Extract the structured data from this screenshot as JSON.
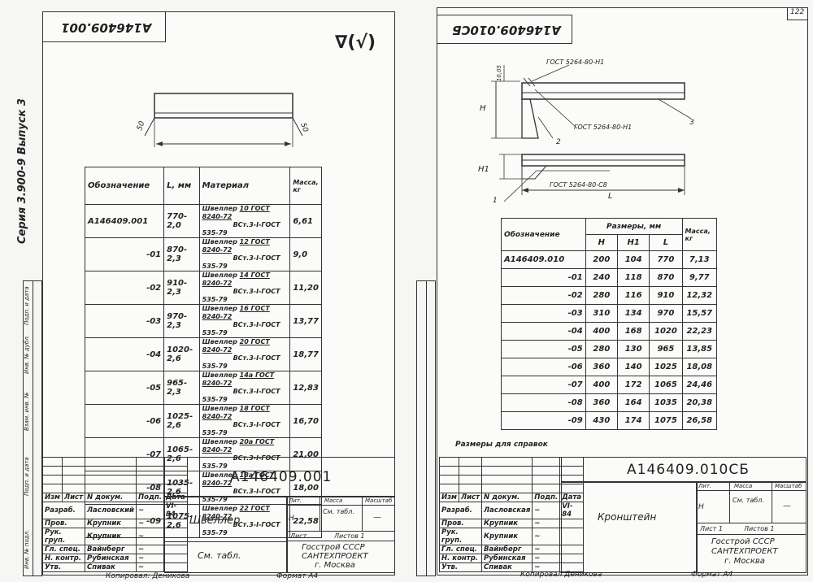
{
  "left": {
    "code_flipped": "А146409.001",
    "roughness": "∇(√)",
    "drawing_labels": {
      "angle_left": "50",
      "angle_right": "50"
    },
    "side_text": "Серия 3.900-9   Выпуск 3",
    "side_stamp_labels": [
      "Инв. № подл.",
      "Подп. и дата",
      "Взам. инв. №",
      "Инв. № дубл.",
      "Подп. и дата"
    ],
    "table": {
      "headers": [
        "Обозначение",
        "L, мм",
        "Материал",
        "Масса, кг"
      ],
      "rows": [
        {
          "code": "А146409.001",
          "L": "770-2,0",
          "mat_name": "Швеллер",
          "mat_top": "10 ГОСТ 8240-72",
          "mat_bottom": "ВСт.3-I-ГОСТ 535-79",
          "mass": "6,61"
        },
        {
          "code": "-01",
          "L": "870-2,3",
          "mat_name": "Швеллер",
          "mat_top": "12 ГОСТ 8240-72",
          "mat_bottom": "ВСт.3-I-ГОСТ 535-79",
          "mass": "9,0"
        },
        {
          "code": "-02",
          "L": "910-2,3",
          "mat_name": "Швеллер",
          "mat_top": "14 ГОСТ 8240-72",
          "mat_bottom": "ВСт.3-I-ГОСТ 535-79",
          "mass": "11,20"
        },
        {
          "code": "-03",
          "L": "970-2,3",
          "mat_name": "Швеллер",
          "mat_top": "16 ГОСТ 8240-72",
          "mat_bottom": "ВСт.3-I-ГОСТ 535-79",
          "mass": "13,77"
        },
        {
          "code": "-04",
          "L": "1020-2,6",
          "mat_name": "Швеллер",
          "mat_top": "20 ГОСТ 8240-72",
          "mat_bottom": "ВСт.3-I-ГОСТ 535-79",
          "mass": "18,77"
        },
        {
          "code": "-05",
          "L": "965-2,3",
          "mat_name": "Швеллер",
          "mat_top": "14а ГОСТ 8240-72",
          "mat_bottom": "ВСт.3-I-ГОСТ 535-79",
          "mass": "12,83"
        },
        {
          "code": "-06",
          "L": "1025-2,6",
          "mat_name": "Швеллер",
          "mat_top": "18 ГОСТ 8240-72",
          "mat_bottom": "ВСт.3-I-ГОСТ 535-79",
          "mass": "16,70"
        },
        {
          "code": "-07",
          "L": "1065-2,6",
          "mat_name": "Швеллер",
          "mat_top": "20а ГОСТ 8240-72",
          "mat_bottom": "ВСт.3-I-ГОСТ 535-79",
          "mass": "21,00"
        },
        {
          "code": "-08",
          "L": "1035-2,6",
          "mat_name": "Швеллер",
          "mat_top": "18а ГОСТ 8240-72",
          "mat_bottom": "ВСт.3-I-ГОСТ 535-79",
          "mass": "18,00"
        },
        {
          "code": "-09",
          "L": "1075-2,6",
          "mat_name": "Швеллер",
          "mat_top": "22 ГОСТ 8240-72",
          "mat_bottom": "ВСт.3-I-ГОСТ 535-79",
          "mass": "22,58"
        }
      ]
    },
    "titleblock": {
      "code": "А146409.001",
      "name": "Швеллер",
      "material": "См. табл.",
      "lit": "Лит.",
      "mass_label": "Масса",
      "scale_label": "Масштаб",
      "lit_value": "Н",
      "mass_value": "См. табл.",
      "scale_value": "—",
      "sheet": "Лист",
      "sheets": "Листов 1",
      "org": [
        "Госстрой СССР",
        "САНТЕХПРОЕКТ",
        "г. Москва"
      ],
      "head_cols": [
        "Изм",
        "Лист",
        "N докум.",
        "Подп.",
        "Дата"
      ],
      "people": [
        {
          "role": "Разраб.",
          "name": "Ласловский"
        },
        {
          "role": "Пров.",
          "name": "Крупник"
        },
        {
          "role": "Рук. груп.",
          "name": "Крупник"
        },
        {
          "role": "Гл. спец.",
          "name": "Вайнберг"
        },
        {
          "role": "Н. контр.",
          "name": "Рубинская"
        },
        {
          "role": "Утв.",
          "name": "Спивак"
        }
      ],
      "date": "VI-84"
    },
    "copied": "Копировал: Деникова",
    "format": "Формат А4"
  },
  "right": {
    "sheet_no": "122",
    "code_flipped": "А146409.010СБ",
    "drawing_labels": {
      "gost1": "ГОСТ 5264-80-Н1",
      "gost2": "ГОСТ 5264-80-Н1",
      "gost3": "ГОСТ 5264-80-С8",
      "dim_h": "Н",
      "dim_h1": "Н1",
      "dim_l": "L",
      "dim_small": "10,05",
      "pos1": "1",
      "pos2": "2",
      "pos3": "3"
    },
    "table": {
      "head_code": "Обозначение",
      "head_sizes": "Размеры, мм",
      "head_mass": "Масса, кг",
      "sub": [
        "Н",
        "Н1",
        "L"
      ],
      "rows": [
        {
          "code": "А146409.010",
          "H": "200",
          "H1": "104",
          "L": "770",
          "mass": "7,13"
        },
        {
          "code": "-01",
          "H": "240",
          "H1": "118",
          "L": "870",
          "mass": "9,77"
        },
        {
          "code": "-02",
          "H": "280",
          "H1": "116",
          "L": "910",
          "mass": "12,32"
        },
        {
          "code": "-03",
          "H": "310",
          "H1": "134",
          "L": "970",
          "mass": "15,57"
        },
        {
          "code": "-04",
          "H": "400",
          "H1": "168",
          "L": "1020",
          "mass": "22,23"
        },
        {
          "code": "-05",
          "H": "280",
          "H1": "130",
          "L": "965",
          "mass": "13,85"
        },
        {
          "code": "-06",
          "H": "360",
          "H1": "140",
          "L": "1025",
          "mass": "18,08"
        },
        {
          "code": "-07",
          "H": "400",
          "H1": "172",
          "L": "1065",
          "mass": "24,46"
        },
        {
          "code": "-08",
          "H": "360",
          "H1": "164",
          "L": "1035",
          "mass": "20,38"
        },
        {
          "code": "-09",
          "H": "430",
          "H1": "174",
          "L": "1075",
          "mass": "26,58"
        }
      ]
    },
    "note": "Размеры для справок",
    "titleblock": {
      "code": "А146409.010СБ",
      "name": "Кронштейн",
      "lit": "Лит.",
      "mass_label": "Масса",
      "scale_label": "Масштаб",
      "lit_value": "Н",
      "mass_value": "См. табл.",
      "scale_value": "—",
      "sheet": "Лист 1",
      "sheets": "Листов 1",
      "org": [
        "Госстрой СССР",
        "САНТЕХПРОЕКТ",
        "г. Москва"
      ],
      "head_cols": [
        "Изм",
        "Лист",
        "N докум.",
        "Подп.",
        "Дата"
      ],
      "people": [
        {
          "role": "Разраб.",
          "name": "Ласловская"
        },
        {
          "role": "Пров.",
          "name": "Крупник"
        },
        {
          "role": "Рук. груп.",
          "name": "Крупник"
        },
        {
          "role": "Гл. спец.",
          "name": "Вайнберг"
        },
        {
          "role": "Н. контр.",
          "name": "Рубинская"
        },
        {
          "role": "Утв.",
          "name": "Спивак"
        }
      ],
      "date": "VI-84"
    },
    "copied": "Копировал  Деникова",
    "format": "Формат А4"
  }
}
